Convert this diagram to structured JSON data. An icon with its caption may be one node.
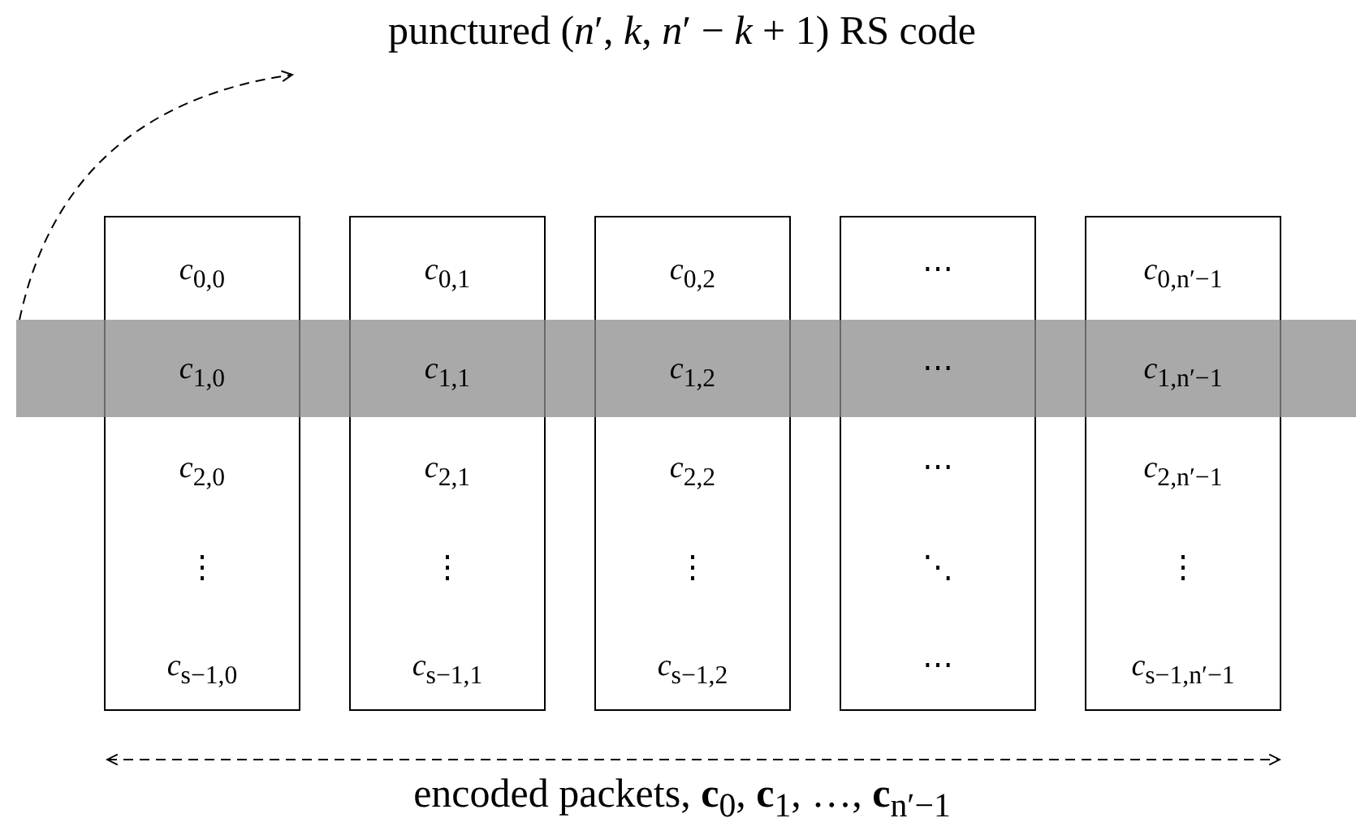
{
  "diagram": {
    "nodes": [
      {
        "text": [
          "punctured (*n*′, *k*, *n*′ − *k* + 1) RS code"
        ]
      },
      {
        "text": [],
        "shape": "bar"
      },
      {
        "text": [
          "*c*$_{0,0}$",
          "*c*$_{1,0}$",
          "*c*$_{2,0}$",
          "⋮",
          "*c*$_{s−1,0}$"
        ]
      },
      {
        "text": [
          "*c*$_{0,1}$",
          "*c*$_{1,1}$",
          "*c*$_{2,1}$",
          "⋮",
          "*c*$_{s−1,1}$"
        ]
      },
      {
        "text": [
          "*c*$_{0,2}$",
          "*c*$_{1,2}$",
          "*c*$_{2,2}$",
          "⋮",
          "*c*$_{s−1,2}$"
        ]
      },
      {
        "text": [
          "⋯",
          "⋯",
          "⋯",
          "⋱",
          "⋯"
        ]
      },
      {
        "text": [
          "*c*$_{0,n′−1}$",
          "*c*$_{1,n′−1}$",
          "*c*$_{2,n′−1}$",
          "⋮",
          "*c*$_{s−1,n′−1}$"
        ]
      }
    ],
    "edges": [
      {
        "from": 1,
        "to": 0,
        "arrow": "to",
        "style": "dashed"
      }
    ],
    "labels": [
      "encoded packets, **c**$_{0}$, **c**$_{1}$, …, **c**$_{n′−1}$"
    ]
  }
}
